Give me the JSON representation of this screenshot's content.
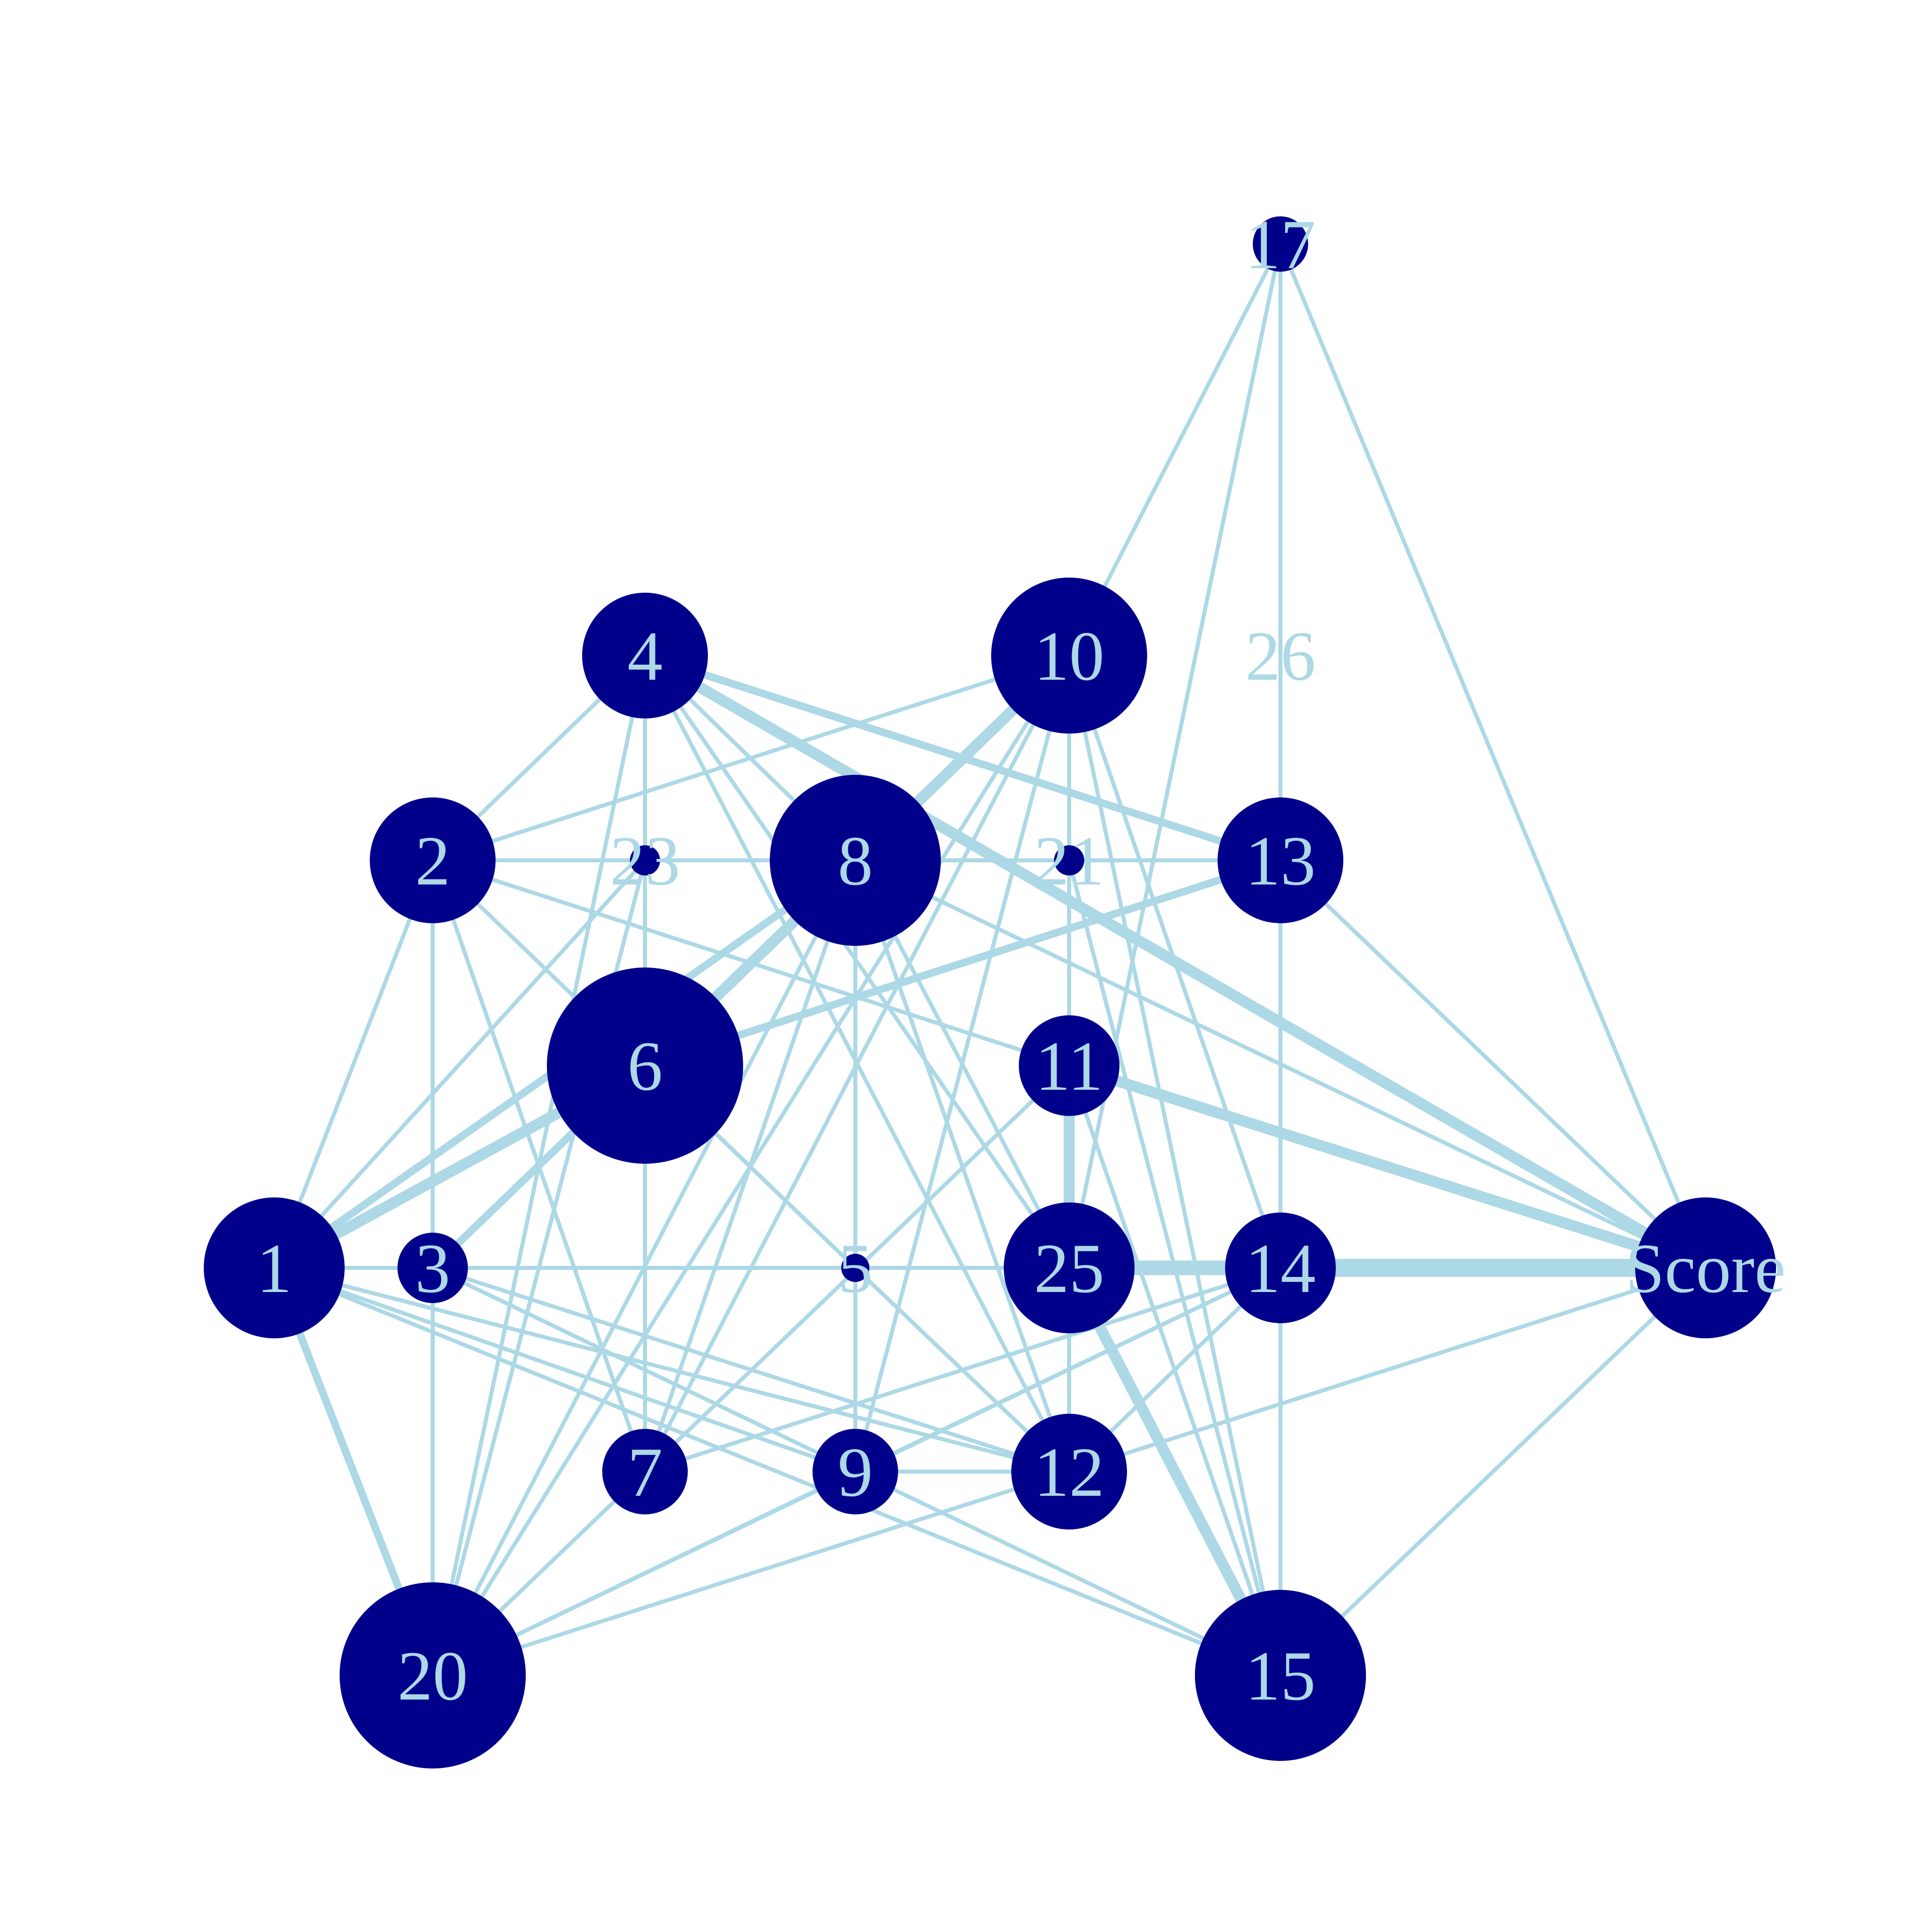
{
  "colors": {
    "background": "#ffffff",
    "node_fill": "#00008b",
    "edge": "#add8e6",
    "label": "#add8e6"
  },
  "nodes": [
    {
      "id": "1",
      "label": "1"
    },
    {
      "id": "2",
      "label": "2"
    },
    {
      "id": "3",
      "label": "3"
    },
    {
      "id": "4",
      "label": "4"
    },
    {
      "id": "5",
      "label": "5"
    },
    {
      "id": "6",
      "label": "6"
    },
    {
      "id": "7",
      "label": "7"
    },
    {
      "id": "8",
      "label": "8"
    },
    {
      "id": "9",
      "label": "9"
    },
    {
      "id": "10",
      "label": "10"
    },
    {
      "id": "11",
      "label": "11"
    },
    {
      "id": "12",
      "label": "12"
    },
    {
      "id": "13",
      "label": "13"
    },
    {
      "id": "14",
      "label": "14"
    },
    {
      "id": "15",
      "label": "15"
    },
    {
      "id": "17",
      "label": "17"
    },
    {
      "id": "20",
      "label": "20"
    },
    {
      "id": "21",
      "label": "21"
    },
    {
      "id": "23",
      "label": "23"
    },
    {
      "id": "25",
      "label": "25"
    },
    {
      "id": "26",
      "label": "26"
    },
    {
      "id": "Score",
      "label": "Score"
    }
  ],
  "edges": [
    {
      "source": "1",
      "target": "2",
      "weight": 1
    },
    {
      "source": "1",
      "target": "3",
      "weight": 1
    },
    {
      "source": "1",
      "target": "6",
      "weight": 3
    },
    {
      "source": "1",
      "target": "8",
      "weight": 2
    },
    {
      "source": "1",
      "target": "20",
      "weight": 2
    },
    {
      "source": "1",
      "target": "23",
      "weight": 1
    },
    {
      "source": "1",
      "target": "25",
      "weight": 1
    },
    {
      "source": "1",
      "target": "9",
      "weight": 1
    },
    {
      "source": "1",
      "target": "12",
      "weight": 1
    },
    {
      "source": "1",
      "target": "15",
      "weight": 1
    },
    {
      "source": "2",
      "target": "4",
      "weight": 1
    },
    {
      "source": "2",
      "target": "10",
      "weight": 1
    },
    {
      "source": "2",
      "target": "13",
      "weight": 1
    },
    {
      "source": "2",
      "target": "3",
      "weight": 1
    },
    {
      "source": "2",
      "target": "20",
      "weight": 1
    },
    {
      "source": "2",
      "target": "7",
      "weight": 1
    },
    {
      "source": "2",
      "target": "11",
      "weight": 1
    },
    {
      "source": "2",
      "target": "5",
      "weight": 1
    },
    {
      "source": "3",
      "target": "8",
      "weight": 2
    },
    {
      "source": "3",
      "target": "5",
      "weight": 1
    },
    {
      "source": "3",
      "target": "12",
      "weight": 1
    },
    {
      "source": "4",
      "target": "20",
      "weight": 1
    },
    {
      "source": "4",
      "target": "13",
      "weight": 2
    },
    {
      "source": "4",
      "target": "Score",
      "weight": 3
    },
    {
      "source": "4",
      "target": "8",
      "weight": 1
    },
    {
      "source": "4",
      "target": "25",
      "weight": 1
    },
    {
      "source": "4",
      "target": "12",
      "weight": 1
    },
    {
      "source": "4",
      "target": "7",
      "weight": 1
    },
    {
      "source": "6",
      "target": "10",
      "weight": 3
    },
    {
      "source": "6",
      "target": "13",
      "weight": 2
    },
    {
      "source": "6",
      "target": "5",
      "weight": 1
    },
    {
      "source": "6",
      "target": "8",
      "weight": 2
    },
    {
      "source": "7",
      "target": "8",
      "weight": 1
    },
    {
      "source": "7",
      "target": "10",
      "weight": 1
    },
    {
      "source": "7",
      "target": "14",
      "weight": 1
    },
    {
      "source": "7",
      "target": "23",
      "weight": 1
    },
    {
      "source": "8",
      "target": "20",
      "weight": 1
    },
    {
      "source": "8",
      "target": "21",
      "weight": 1
    },
    {
      "source": "8",
      "target": "5",
      "weight": 1
    },
    {
      "source": "8",
      "target": "25",
      "weight": 1
    },
    {
      "source": "8",
      "target": "Score",
      "weight": 1
    },
    {
      "source": "8",
      "target": "12",
      "weight": 1
    },
    {
      "source": "8",
      "target": "9",
      "weight": 1
    },
    {
      "source": "9",
      "target": "10",
      "weight": 1
    },
    {
      "source": "9",
      "target": "12",
      "weight": 1
    },
    {
      "source": "9",
      "target": "14",
      "weight": 1
    },
    {
      "source": "10",
      "target": "17",
      "weight": 1
    },
    {
      "source": "10",
      "target": "20",
      "weight": 1
    },
    {
      "source": "10",
      "target": "14",
      "weight": 1
    },
    {
      "source": "10",
      "target": "15",
      "weight": 1
    },
    {
      "source": "10",
      "target": "25",
      "weight": 1
    },
    {
      "source": "11",
      "target": "Score",
      "weight": 3
    },
    {
      "source": "11",
      "target": "20",
      "weight": 1
    },
    {
      "source": "11",
      "target": "21",
      "weight": 1
    },
    {
      "source": "11",
      "target": "25",
      "weight": 3
    },
    {
      "source": "11",
      "target": "15",
      "weight": 1
    },
    {
      "source": "12",
      "target": "20",
      "weight": 1
    },
    {
      "source": "12",
      "target": "14",
      "weight": 1
    },
    {
      "source": "12",
      "target": "Score",
      "weight": 1
    },
    {
      "source": "12",
      "target": "25",
      "weight": 1
    },
    {
      "source": "13",
      "target": "21",
      "weight": 1
    },
    {
      "source": "13",
      "target": "Score",
      "weight": 1
    },
    {
      "source": "13",
      "target": "14",
      "weight": 1
    },
    {
      "source": "14",
      "target": "25",
      "weight": 4
    },
    {
      "source": "14",
      "target": "Score",
      "weight": 5
    },
    {
      "source": "14",
      "target": "15",
      "weight": 1
    },
    {
      "source": "14",
      "target": "20",
      "weight": 1
    },
    {
      "source": "15",
      "target": "25",
      "weight": 3
    },
    {
      "source": "15",
      "target": "Score",
      "weight": 1
    },
    {
      "source": "15",
      "target": "3",
      "weight": 1
    },
    {
      "source": "15",
      "target": "26",
      "weight": 1
    },
    {
      "source": "15",
      "target": "21",
      "weight": 1
    },
    {
      "source": "17",
      "target": "Score",
      "weight": 1
    },
    {
      "source": "17",
      "target": "26",
      "weight": 1
    },
    {
      "source": "17",
      "target": "25",
      "weight": 1
    },
    {
      "source": "20",
      "target": "23",
      "weight": 1
    },
    {
      "source": "20",
      "target": "9",
      "weight": 1
    },
    {
      "source": "21",
      "target": "10",
      "weight": 1
    },
    {
      "source": "23",
      "target": "13",
      "weight": 1
    },
    {
      "source": "5",
      "target": "25",
      "weight": 1
    },
    {
      "source": "5",
      "target": "12",
      "weight": 1
    }
  ]
}
